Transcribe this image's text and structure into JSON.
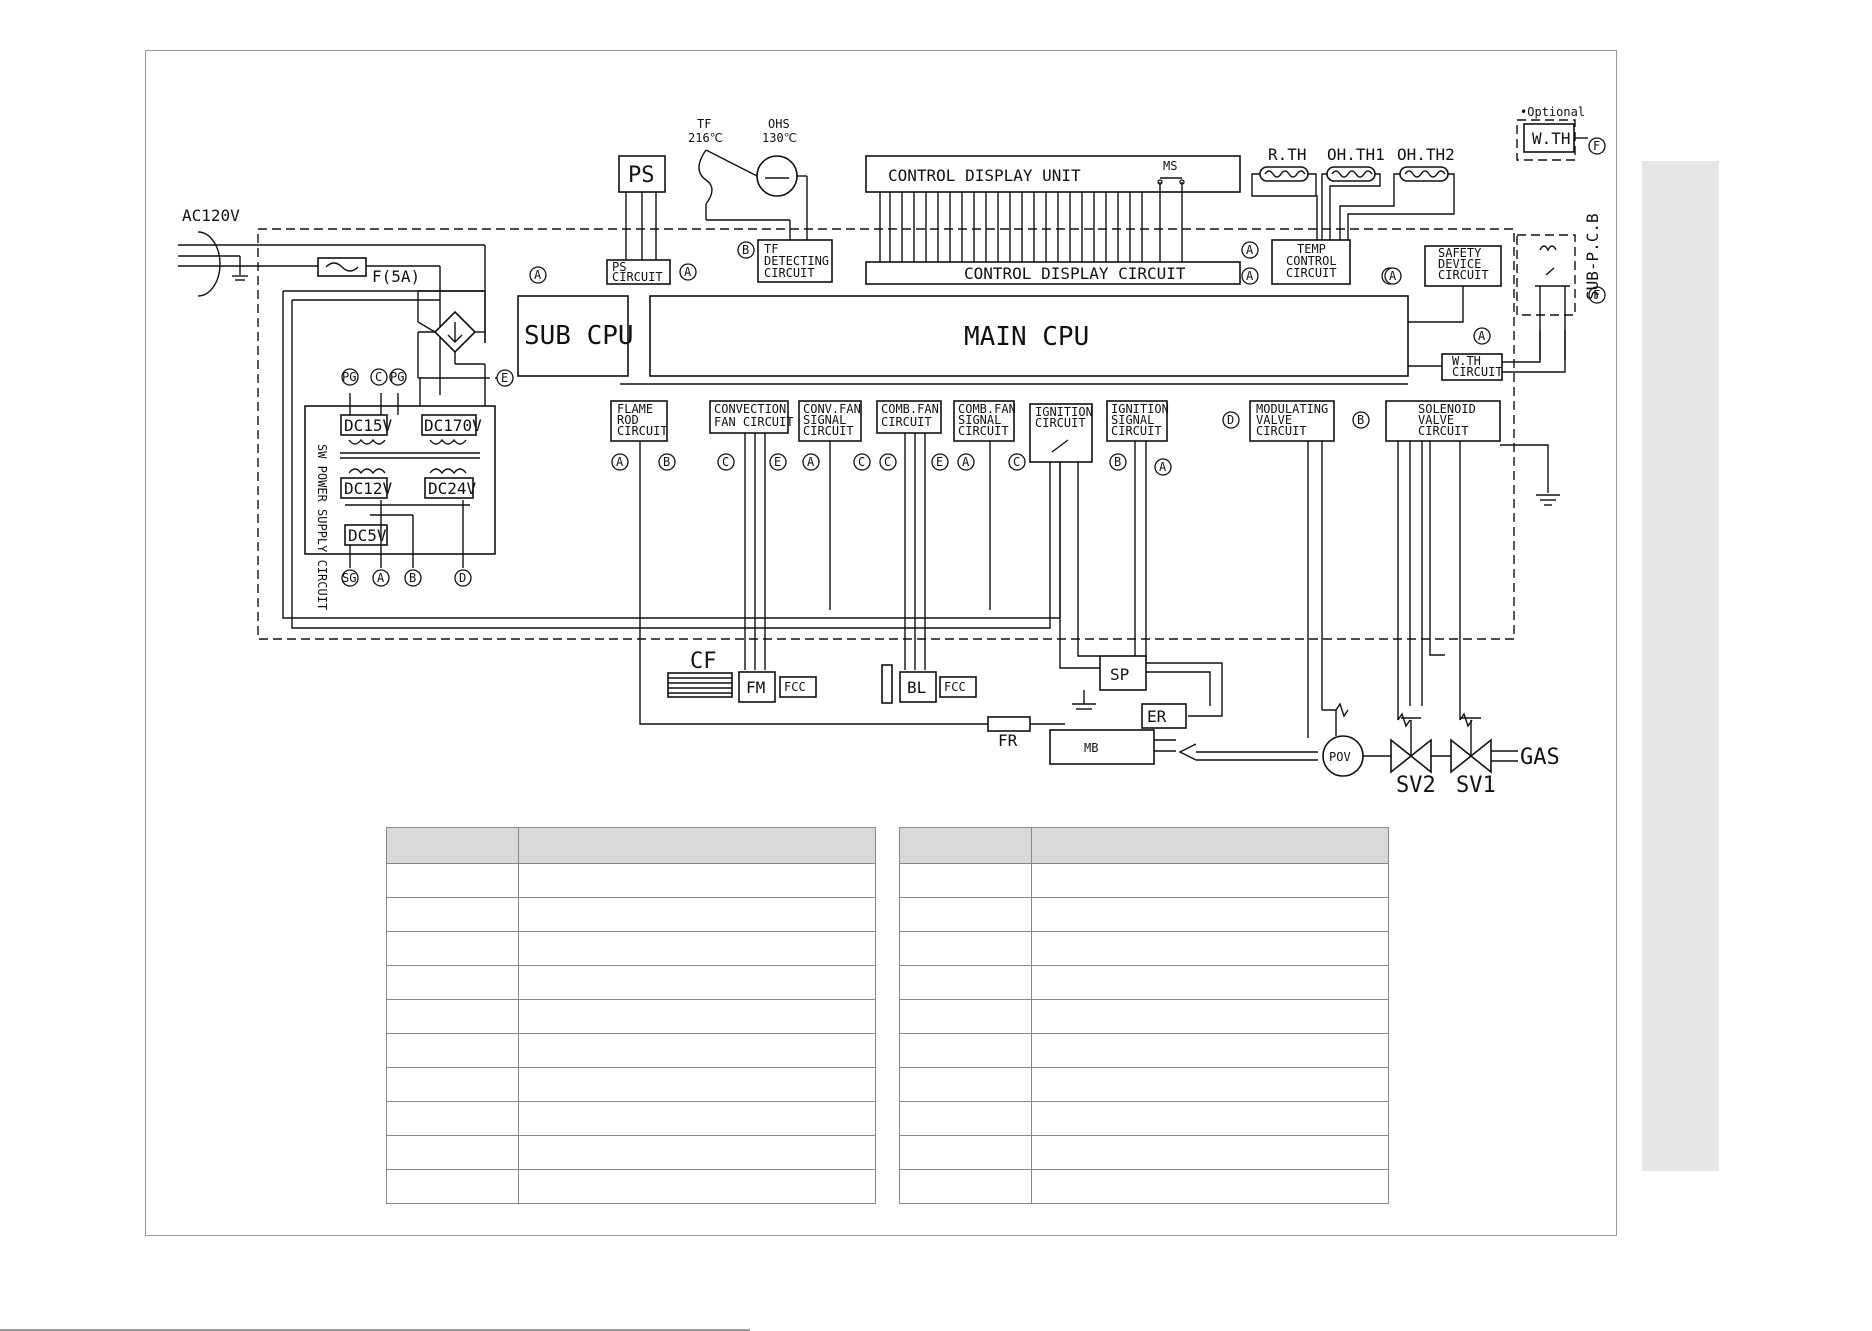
{
  "supply": {
    "ac": "AC120V",
    "fuse": "F(5A)"
  },
  "psu": {
    "title": "SW POWER SUPPLY CIRCUIT",
    "dc15": "DC15V",
    "dc170": "DC170V",
    "dc12": "DC12V",
    "dc24": "DC24V",
    "dc5": "DC5V",
    "pg": "PG",
    "sg": "SG"
  },
  "markers": {
    "A": "A",
    "B": "B",
    "C": "C",
    "D": "D",
    "E": "E",
    "F": "F"
  },
  "top": {
    "ps": "PS",
    "tf": "TF",
    "tf_temp": "216℃",
    "ohs": "OHS",
    "ohs_temp": "130℃",
    "control_display_unit": "CONTROL DISPLAY UNIT",
    "ms": "MS",
    "rth": "R.TH",
    "ohth1": "OH.TH1",
    "ohth2": "OH.TH2",
    "optional": "•Optional",
    "wth": "W.TH",
    "sub_pcb": "SUB-P.C.B"
  },
  "circuits": {
    "ps": [
      "PS",
      "CIRCUIT"
    ],
    "tf": [
      "TF",
      "DETECTING",
      "CIRCUIT"
    ],
    "control_display": "CONTROL DISPLAY CIRCUIT",
    "temp": [
      "TEMP",
      "CONTROL",
      "CIRCUIT"
    ],
    "safety": [
      "SAFETY",
      "DEVICE",
      "CIRCUIT"
    ],
    "wth": [
      "W.TH",
      "CIRCUIT"
    ],
    "flame": [
      "FLAME",
      "ROD",
      "CIRCUIT"
    ],
    "convection": [
      "CONVECTION",
      "FAN CIRCUIT"
    ],
    "conv_signal": [
      "CONV.FAN",
      "SIGNAL",
      "CIRCUIT"
    ],
    "comb_fan": [
      "COMB.FAN",
      "CIRCUIT"
    ],
    "comb_signal": [
      "COMB.FAN",
      "SIGNAL",
      "CIRCUIT"
    ],
    "ignition": [
      "IGNITION",
      "CIRCUIT"
    ],
    "ignition_signal": [
      "IGNITION",
      "SIGNAL",
      "CIRCUIT"
    ],
    "modulating": [
      "MODULATING",
      "VALVE",
      "CIRCUIT"
    ],
    "solenoid": [
      "SOLENOID",
      "VALVE",
      "CIRCUIT"
    ]
  },
  "cpu": {
    "sub": "SUB CPU",
    "main": "MAIN CPU"
  },
  "parts": {
    "cf": "CF",
    "fm": "FM",
    "fcc": "FCC",
    "bl": "BL",
    "sp": "SP",
    "er": "ER",
    "fr": "FR",
    "mb": "MB",
    "pov": "POV",
    "sv2": "SV2",
    "sv1": "SV1",
    "gas": "GAS"
  },
  "tables": {
    "rows": 11
  }
}
